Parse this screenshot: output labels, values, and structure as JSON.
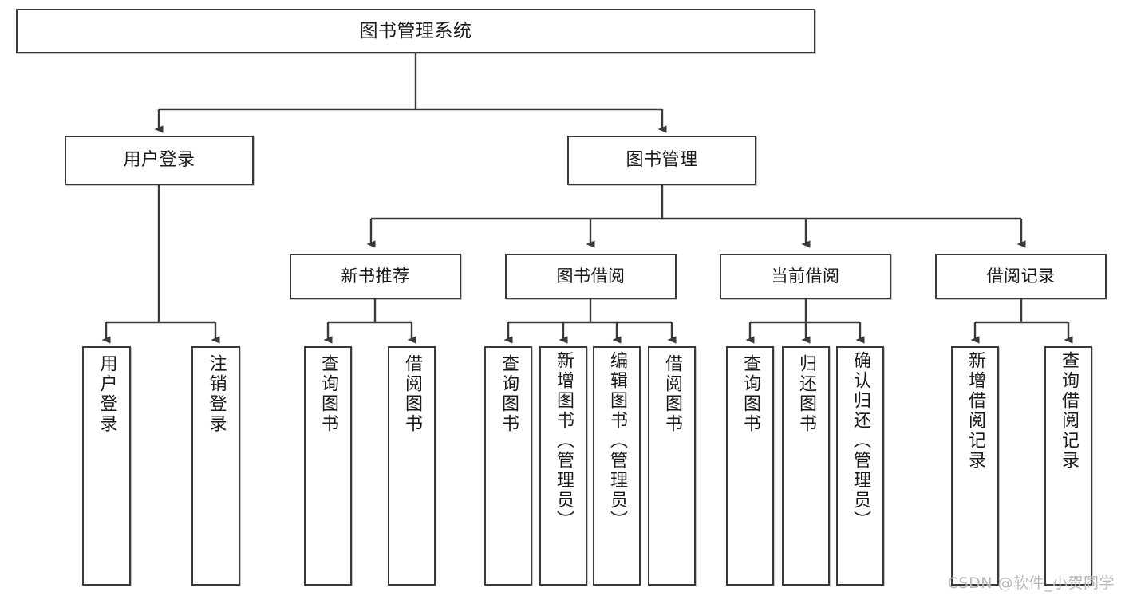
{
  "diagram": {
    "title": "图书管理系统",
    "type": "hierarchy-tree",
    "root": {
      "label": "图书管理系统"
    },
    "level1": [
      {
        "label": "用户登录"
      },
      {
        "label": "图书管理"
      }
    ],
    "level2": [
      {
        "label": "新书推荐"
      },
      {
        "label": "图书借阅"
      },
      {
        "label": "当前借阅"
      },
      {
        "label": "借阅记录"
      }
    ],
    "leaves": {
      "user_login": [
        {
          "label": "用户登录"
        },
        {
          "label": "注销登录"
        }
      ],
      "new_book_recommend": [
        {
          "label": "查询图书"
        },
        {
          "label": "借阅图书"
        }
      ],
      "book_borrow": [
        {
          "label": "查询图书"
        },
        {
          "label": "新增图书（管理员）"
        },
        {
          "label": "编辑图书（管理员）"
        },
        {
          "label": "借阅图书"
        }
      ],
      "current_borrow": [
        {
          "label": "查询图书"
        },
        {
          "label": "归还图书"
        },
        {
          "label": "确认归还（管理员）"
        }
      ],
      "borrow_record": [
        {
          "label": "新增借阅记录"
        },
        {
          "label": "查询借阅记录"
        }
      ]
    }
  },
  "watermark": {
    "text": "CSDN @软件_小贺同学"
  },
  "colors": {
    "stroke": "#3a3a3a",
    "box_fill": "#ffffff",
    "text": "#1a1a1a",
    "watermark": "#b9b9b9"
  }
}
